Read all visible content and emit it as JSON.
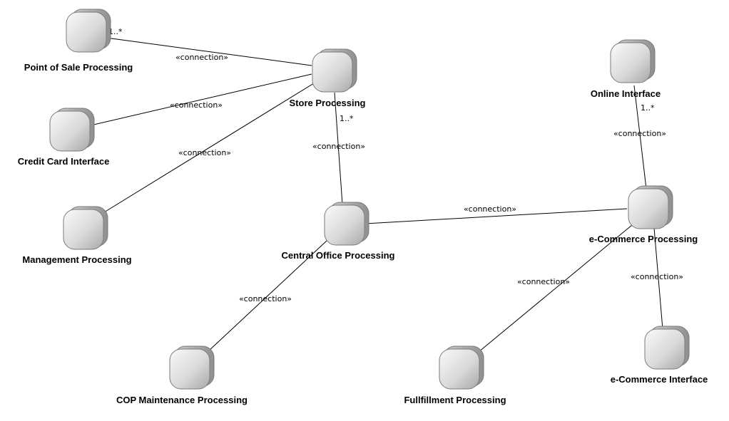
{
  "diagram": {
    "nodes": [
      {
        "id": "pos",
        "label": "Point of Sale Processing"
      },
      {
        "id": "ccard",
        "label": "Credit Card Interface"
      },
      {
        "id": "mgmt",
        "label": "Management Processing"
      },
      {
        "id": "store",
        "label": "Store Processing"
      },
      {
        "id": "central",
        "label": "Central Office Processing"
      },
      {
        "id": "cop",
        "label": "COP Maintenance Processing"
      },
      {
        "id": "online",
        "label": "Online Interface"
      },
      {
        "id": "ecom",
        "label": "e-Commerce Processing"
      },
      {
        "id": "fulfill",
        "label": "Fullfillment Processing"
      },
      {
        "id": "ecomif",
        "label": "e-Commerce Interface"
      }
    ],
    "edges": [
      {
        "from": "pos",
        "to": "store",
        "label": "«connection»",
        "multiplicity": "1..*"
      },
      {
        "from": "ccard",
        "to": "store",
        "label": "«connection»",
        "multiplicity": ""
      },
      {
        "from": "mgmt",
        "to": "store",
        "label": "«connection»",
        "multiplicity": ""
      },
      {
        "from": "store",
        "to": "central",
        "label": "«connection»",
        "multiplicity": "1..*"
      },
      {
        "from": "central",
        "to": "ecom",
        "label": "«connection»",
        "multiplicity": ""
      },
      {
        "from": "central",
        "to": "cop",
        "label": "«connection»",
        "multiplicity": ""
      },
      {
        "from": "online",
        "to": "ecom",
        "label": "«connection»",
        "multiplicity": "1..*"
      },
      {
        "from": "ecom",
        "to": "fulfill",
        "label": "«connection»",
        "multiplicity": ""
      },
      {
        "from": "ecom",
        "to": "ecomif",
        "label": "«connection»",
        "multiplicity": ""
      }
    ],
    "colors": {
      "node_fill_light": "#f4f4f4",
      "node_fill_dark": "#b4b4b4",
      "node_stroke": "#7a7a7a",
      "line": "#000000"
    }
  }
}
